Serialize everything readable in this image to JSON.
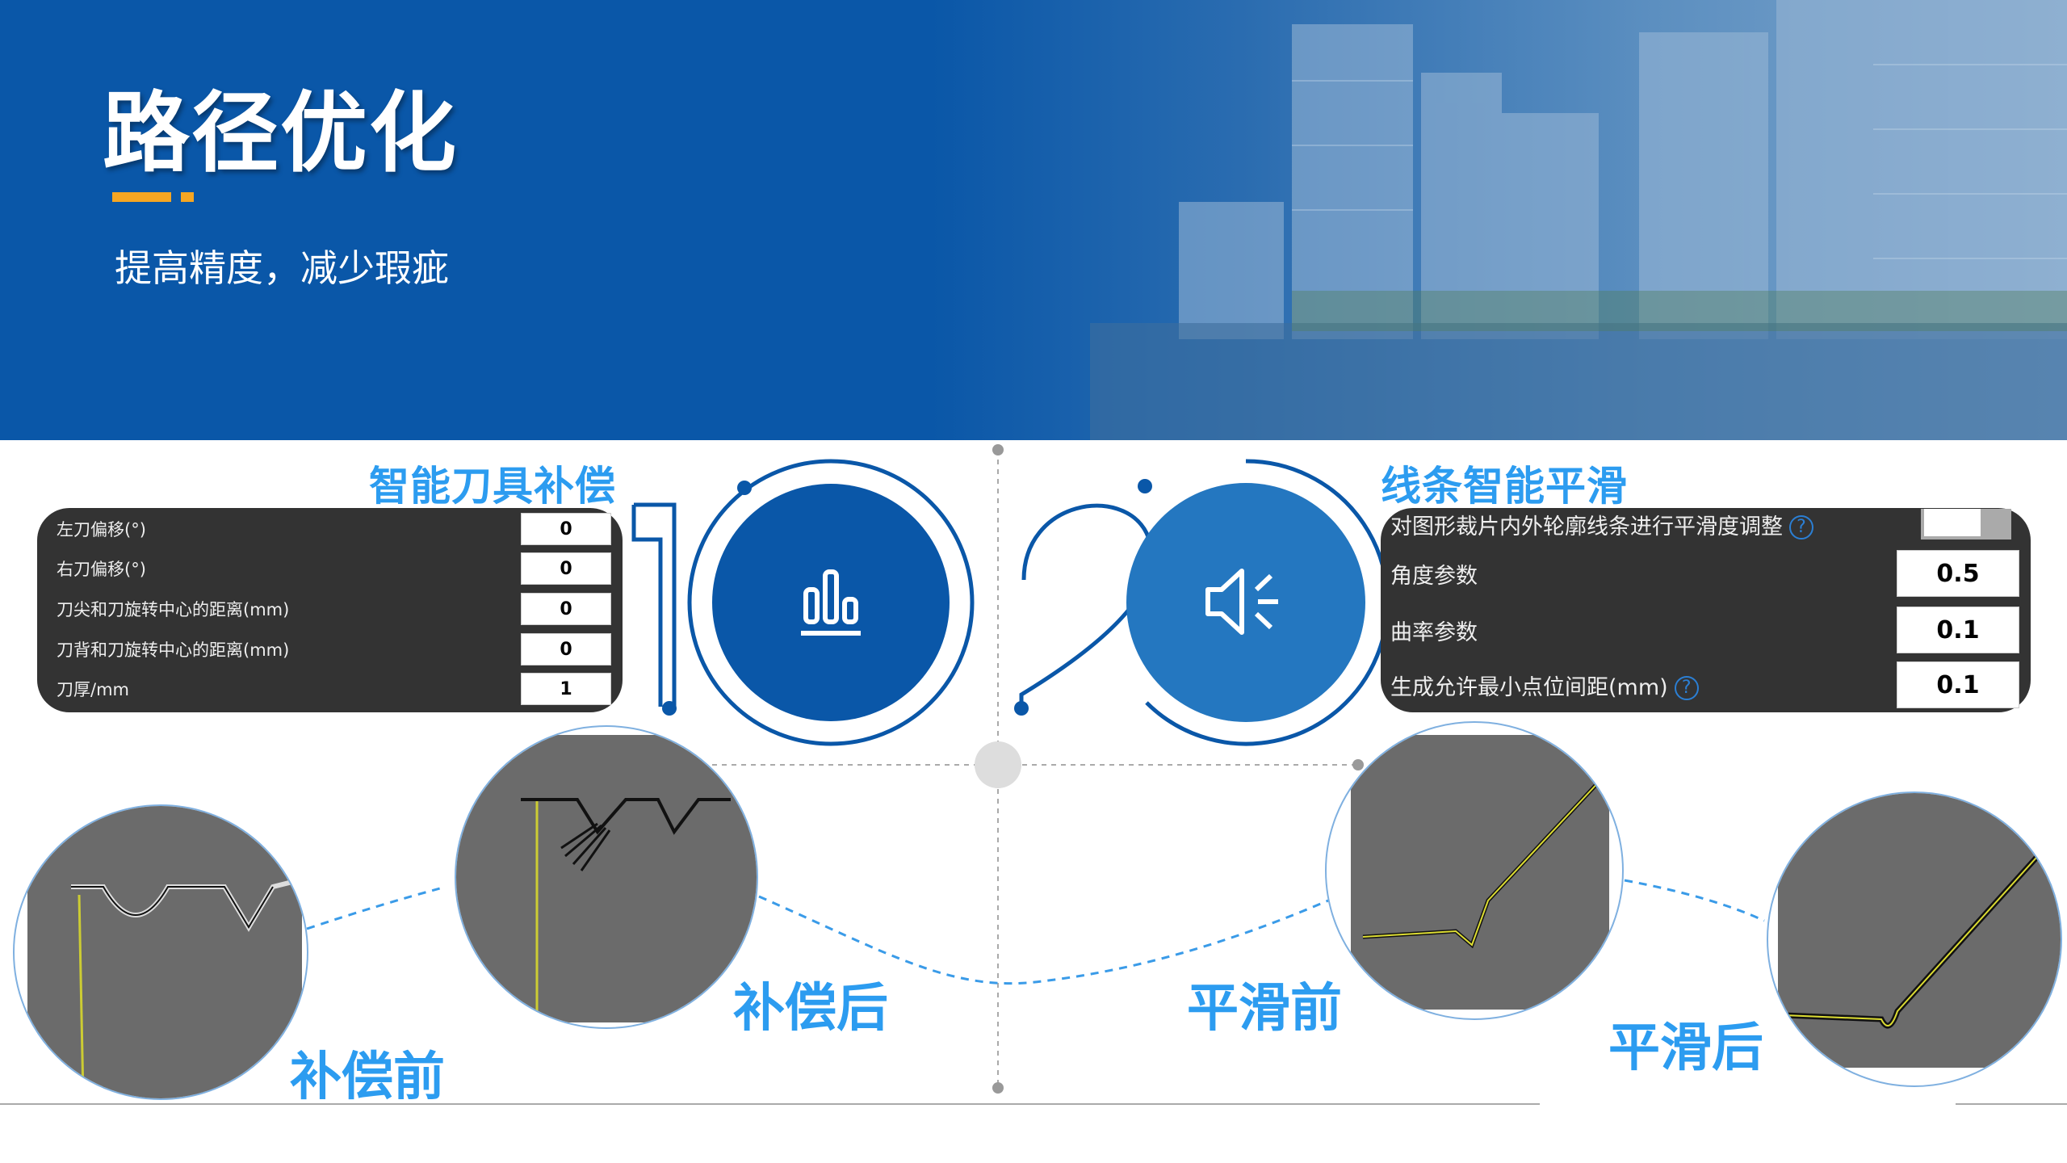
{
  "header": {
    "title": "路径优化",
    "subtitle": "提高精度，减少瑕疵"
  },
  "compensation": {
    "title": "智能刀具补偿",
    "rows": [
      {
        "label": "左刀偏移(°)",
        "value": "0"
      },
      {
        "label": "右刀偏移(°)",
        "value": "0"
      },
      {
        "label": "刀尖和刀旋转中心的距离(mm)",
        "value": "0"
      },
      {
        "label": "刀背和刀旋转中心的距离(mm)",
        "value": "0"
      },
      {
        "label": "刀厚/mm",
        "value": "1"
      }
    ],
    "step_number": "1",
    "icon": "bar-chart-icon"
  },
  "smoothing": {
    "title": "线条智能平滑",
    "toggle_label": "对图形裁片内外轮廓线条进行平滑度调整",
    "rows": [
      {
        "label": "角度参数",
        "value": "0.5"
      },
      {
        "label": "曲率参数",
        "value": "0.1"
      },
      {
        "label": "生成允许最小点位间距(mm)",
        "value": "0.1"
      }
    ],
    "help_symbol": "?",
    "step_number": "2",
    "icon": "speaker-icon"
  },
  "captions": {
    "before_comp": "补偿前",
    "after_comp": "补偿后",
    "before_smooth": "平滑前",
    "after_smooth": "平滑后"
  },
  "colors": {
    "primary": "#0a57a8",
    "accent": "#f5a623",
    "title_blue": "#2c9cf0",
    "panel": "#333333"
  }
}
